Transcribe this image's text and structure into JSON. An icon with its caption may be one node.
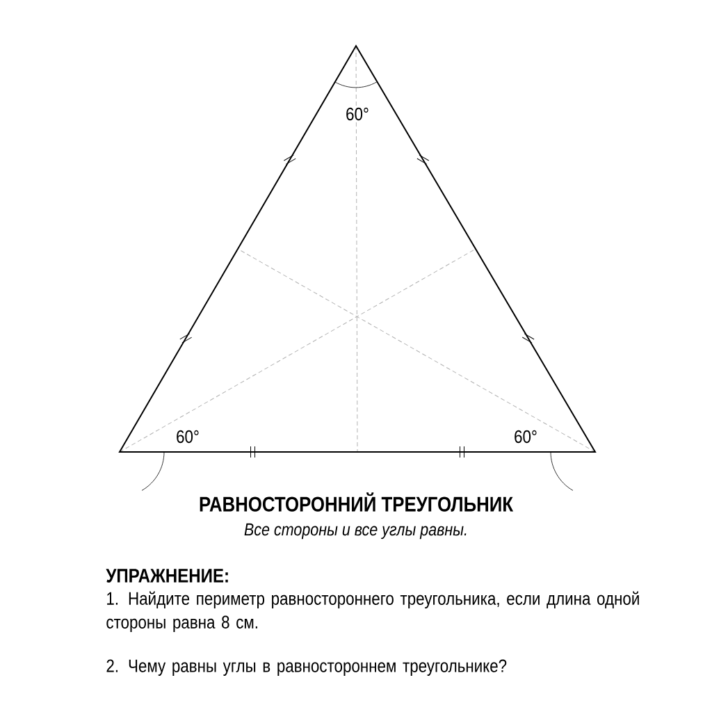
{
  "diagram": {
    "title": "РАВНОСТОРОННИЙ ТРЕУГОЛЬНИК",
    "caption": "Все стороны и все углы равны.",
    "labels": [
      "60°",
      "60°",
      "60°",
      "УПРАЖНЕНИЕ:",
      "1. Найдите периметр равностороннего треугольника, если длина одной стороны равна 8 см.",
      "2. Чему равны углы в равностороннем треугольнике?"
    ]
  }
}
